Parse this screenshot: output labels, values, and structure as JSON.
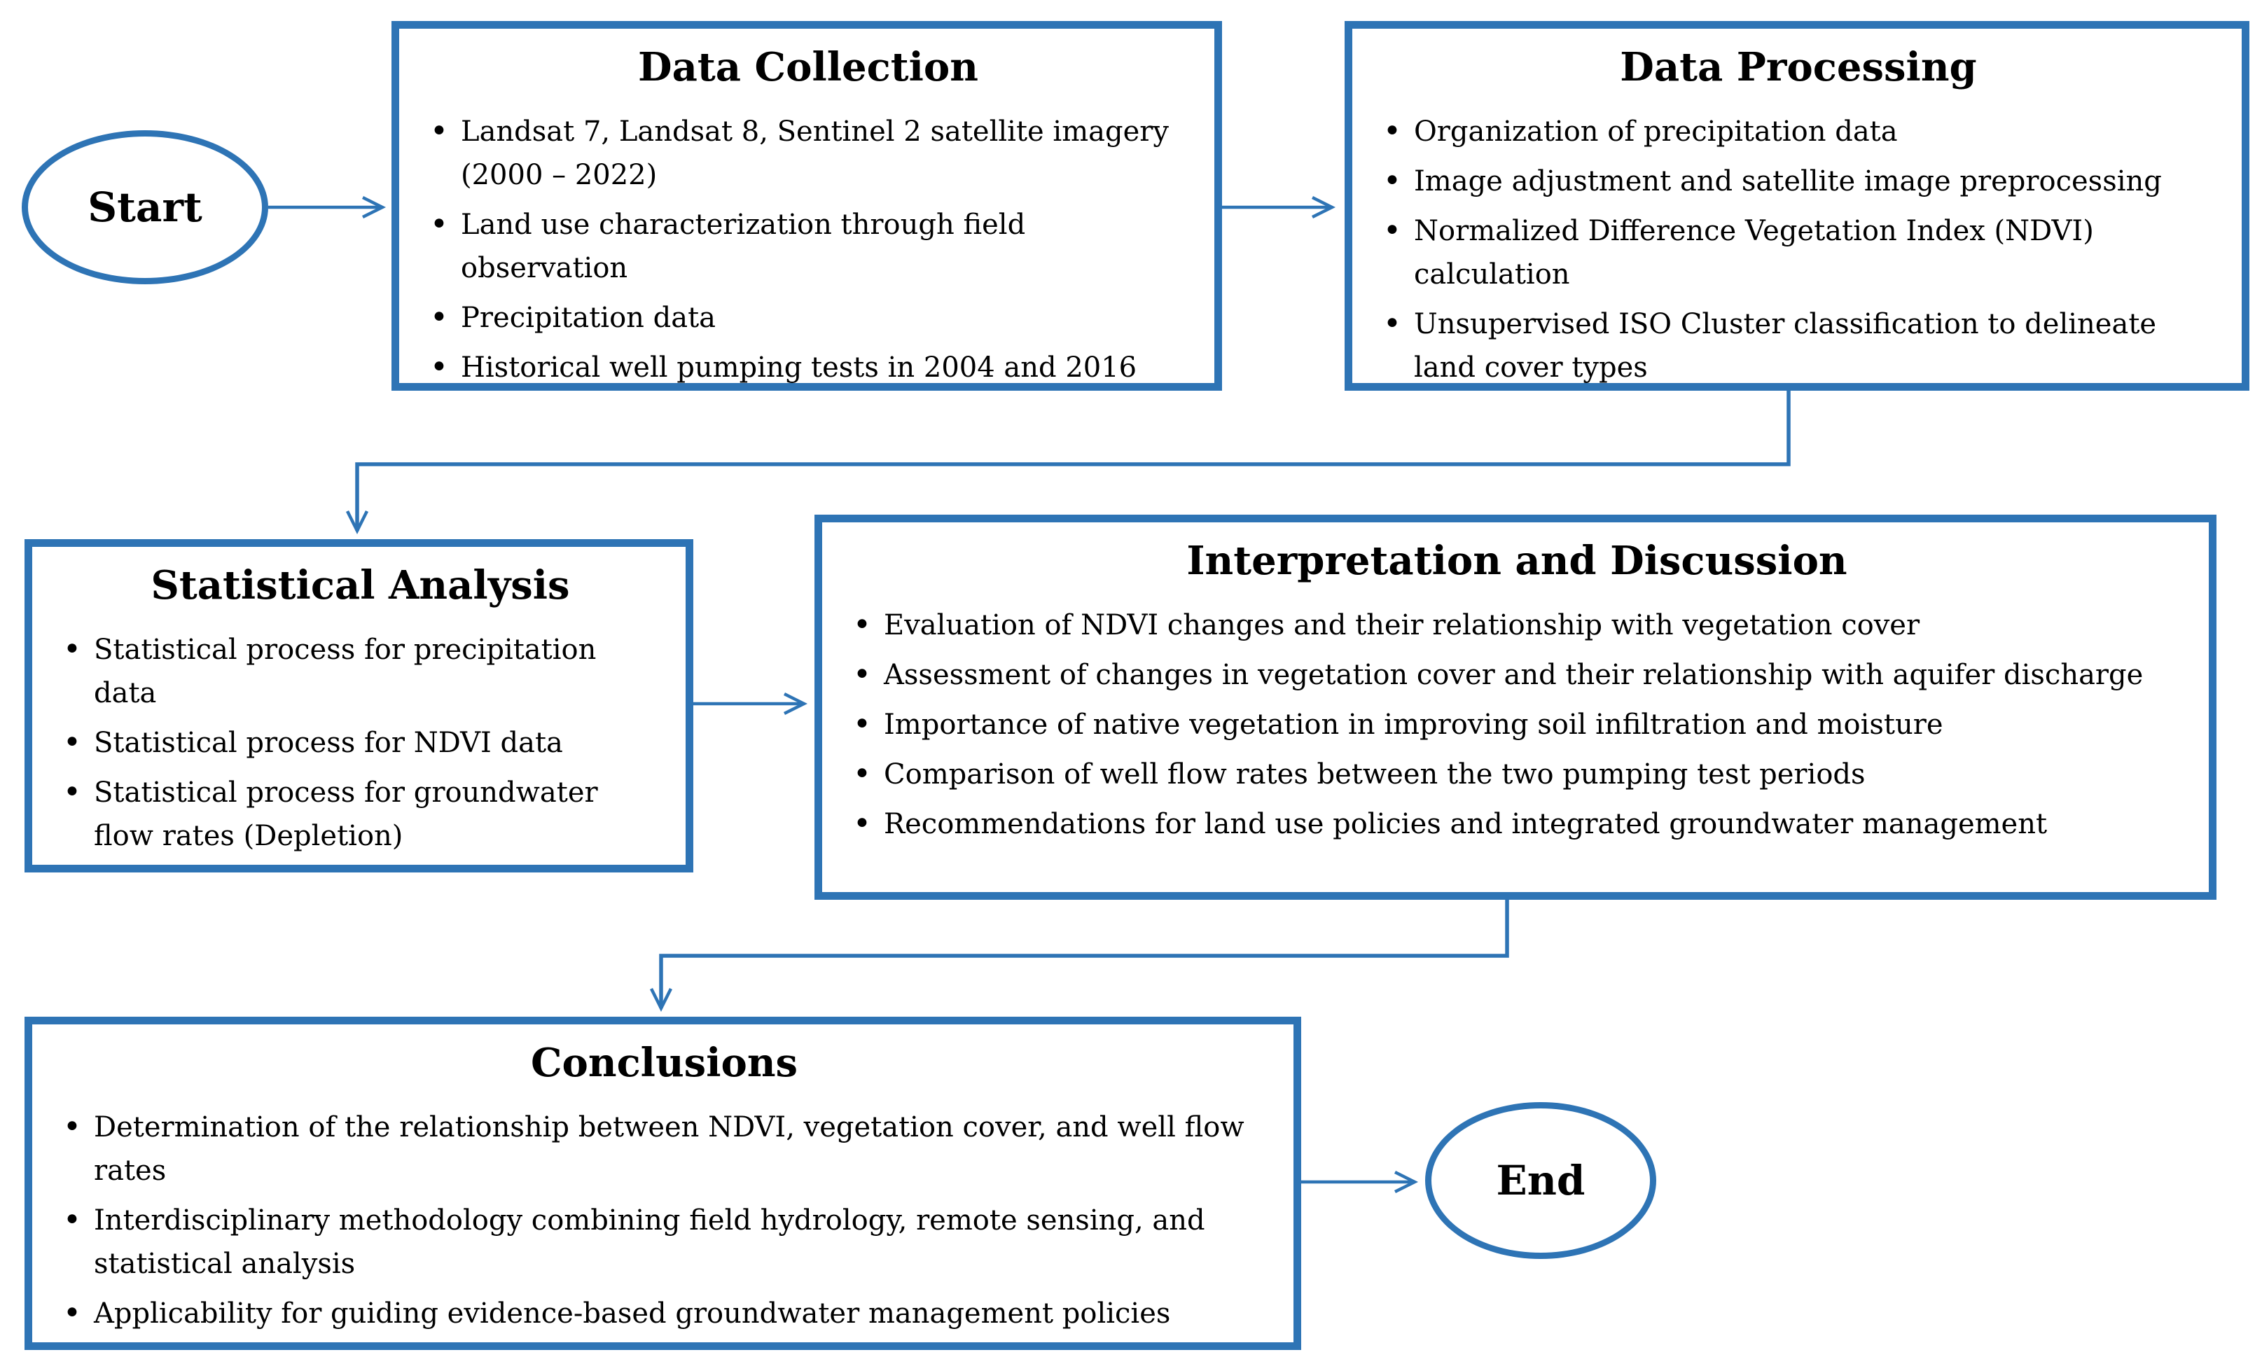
{
  "flowchart": {
    "colors": {
      "accent": "#2E74B5",
      "text": "#000000",
      "background": "#FFFFFF"
    },
    "start": {
      "label": "Start"
    },
    "end": {
      "label": "End"
    },
    "boxes": [
      {
        "id": "data-collection",
        "title": "Data Collection",
        "bullets": [
          "Landsat 7, Landsat 8, Sentinel 2 satellite imagery (2000 – 2022)",
          "Land use characterization through field observation",
          "Precipitation data",
          "Historical well pumping tests in 2004 and 2016"
        ]
      },
      {
        "id": "data-processing",
        "title": "Data Processing",
        "bullets": [
          "Organization of precipitation data",
          "Image adjustment and satellite image preprocessing",
          "Normalized Difference Vegetation Index (NDVI) calculation",
          "Unsupervised ISO Cluster classification to delineate land cover types"
        ]
      },
      {
        "id": "statistical-analysis",
        "title": "Statistical Analysis",
        "bullets": [
          "Statistical process for precipitation data",
          "Statistical process for NDVI data",
          "Statistical process for groundwater flow rates (Depletion)"
        ]
      },
      {
        "id": "interpretation-discussion",
        "title": "Interpretation and Discussion",
        "bullets": [
          "Evaluation of NDVI changes and their relationship with vegetation cover",
          "Assessment of changes in vegetation cover and their relationship with aquifer discharge",
          "Importance of native vegetation in improving soil infiltration and moisture",
          "Comparison of well flow rates between the two pumping test periods",
          "Recommendations for land use policies and integrated groundwater management"
        ]
      },
      {
        "id": "conclusions",
        "title": "Conclusions",
        "bullets": [
          "Determination of the relationship between NDVI, vegetation cover, and well flow rates",
          "Interdisciplinary methodology combining field hydrology, remote sensing, and statistical analysis",
          "Applicability for guiding evidence-based groundwater management policies"
        ]
      }
    ]
  }
}
